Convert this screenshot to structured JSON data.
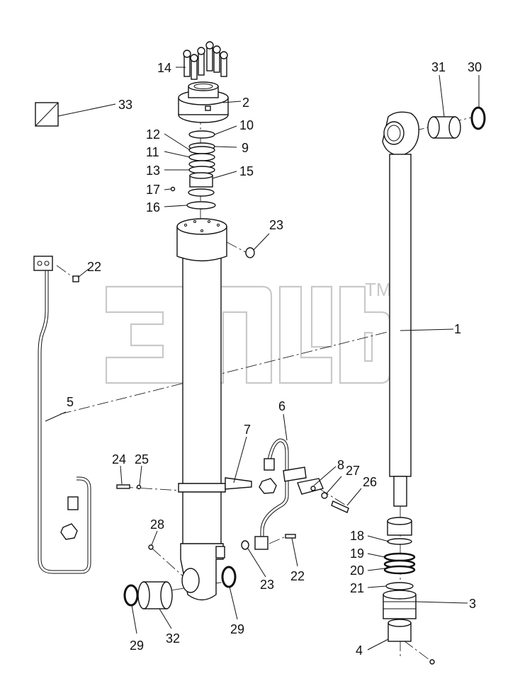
{
  "diagram": {
    "watermark_text": "TM",
    "callouts": [
      {
        "id": "c1",
        "text": "1"
      },
      {
        "id": "c2",
        "text": "2"
      },
      {
        "id": "c3",
        "text": "3"
      },
      {
        "id": "c4",
        "text": "4"
      },
      {
        "id": "c5",
        "text": "5"
      },
      {
        "id": "c6",
        "text": "6"
      },
      {
        "id": "c7",
        "text": "7"
      },
      {
        "id": "c8",
        "text": "8"
      },
      {
        "id": "c9",
        "text": "9"
      },
      {
        "id": "c10",
        "text": "10"
      },
      {
        "id": "c11",
        "text": "11"
      },
      {
        "id": "c12",
        "text": "12"
      },
      {
        "id": "c13",
        "text": "13"
      },
      {
        "id": "c14",
        "text": "14"
      },
      {
        "id": "c15",
        "text": "15"
      },
      {
        "id": "c16",
        "text": "16"
      },
      {
        "id": "c17",
        "text": "17"
      },
      {
        "id": "c18",
        "text": "18"
      },
      {
        "id": "c19",
        "text": "19"
      },
      {
        "id": "c20",
        "text": "20"
      },
      {
        "id": "c21",
        "text": "21"
      },
      {
        "id": "c22a",
        "text": "22"
      },
      {
        "id": "c22b",
        "text": "22"
      },
      {
        "id": "c23a",
        "text": "23"
      },
      {
        "id": "c23b",
        "text": "23"
      },
      {
        "id": "c24",
        "text": "24"
      },
      {
        "id": "c25",
        "text": "25"
      },
      {
        "id": "c26",
        "text": "26"
      },
      {
        "id": "c27",
        "text": "27"
      },
      {
        "id": "c28",
        "text": "28"
      },
      {
        "id": "c29a",
        "text": "29"
      },
      {
        "id": "c29b",
        "text": "29"
      },
      {
        "id": "c30",
        "text": "30"
      },
      {
        "id": "c31",
        "text": "31"
      },
      {
        "id": "c32",
        "text": "32"
      },
      {
        "id": "c33",
        "text": "33"
      }
    ]
  }
}
